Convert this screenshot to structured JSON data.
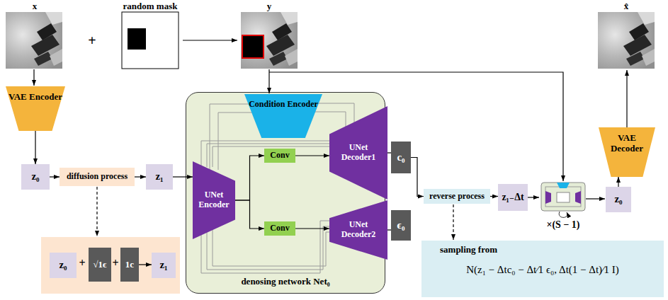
{
  "diagram": {
    "nodes": [
      {
        "text": [
          "VAE Encoder"
        ]
      },
      {
        "text": [
          "z₀"
        ]
      },
      {
        "text": [
          "diffusion process"
        ]
      },
      {
        "text": [
          "z₁"
        ]
      },
      {
        "text": [
          "denosing network Net₀"
        ]
      },
      {
        "text": [
          "Condition Encoder"
        ],
        "in": 4
      },
      {
        "text": [
          "UNet Encoder"
        ],
        "in": 4
      },
      {
        "text": [
          "Conv"
        ],
        "in": 4
      },
      {
        "text": [
          "Conv"
        ],
        "in": 4
      },
      {
        "text": [
          "UNet Decoder1"
        ],
        "in": 4
      },
      {
        "text": [
          "UNet Decoder2"
        ],
        "in": 4
      },
      {
        "text": [
          "c₀"
        ]
      },
      {
        "text": [
          "ϵ₀"
        ]
      },
      {
        "text": [
          "reverse process"
        ]
      },
      {
        "text": [
          "z₁₋Δt"
        ]
      },
      {
        "text": [
          "VAE Decoder"
        ]
      },
      {
        "text": [
          "z₀"
        ]
      },
      {
        "text": [
          "sampling from",
          "N(z₁ − Δtc₀ − Δt⁄1 ϵ₀, Δt(1 − Δt)⁄1 I)"
        ]
      },
      {
        "text": [
          "z₀"
        ]
      },
      {
        "text": [
          "√1ϵ"
        ]
      },
      {
        "text": [
          "1c"
        ]
      },
      {
        "text": [
          "z₁"
        ]
      }
    ],
    "edges": [
      {
        "from": 0,
        "to": 1,
        "arrow": "to"
      },
      {
        "from": 1,
        "to": 2,
        "arrow": "to"
      },
      {
        "from": 2,
        "to": 3,
        "arrow": "to"
      },
      {
        "from": 3,
        "to": 6,
        "arrow": "to"
      },
      {
        "from": 6,
        "to": 7,
        "arrow": "to"
      },
      {
        "from": 6,
        "to": 8,
        "arrow": "to"
      },
      {
        "from": 7,
        "to": 9,
        "arrow": "to"
      },
      {
        "from": 8,
        "to": 10,
        "arrow": "to"
      },
      {
        "from": 9,
        "to": 11,
        "arrow": "none"
      },
      {
        "from": 10,
        "to": 12,
        "arrow": "none"
      },
      {
        "from": 11,
        "to": 13,
        "arrow": "to"
      },
      {
        "from": 13,
        "to": 14,
        "arrow": "to"
      },
      {
        "from": 16,
        "to": 15,
        "arrow": "to"
      },
      {
        "from": 20,
        "to": 21,
        "arrow": "to"
      }
    ],
    "labels": [
      "x",
      "random mask",
      "y",
      "x̂",
      "+",
      "+",
      "+",
      "×(S − 1)"
    ]
  }
}
